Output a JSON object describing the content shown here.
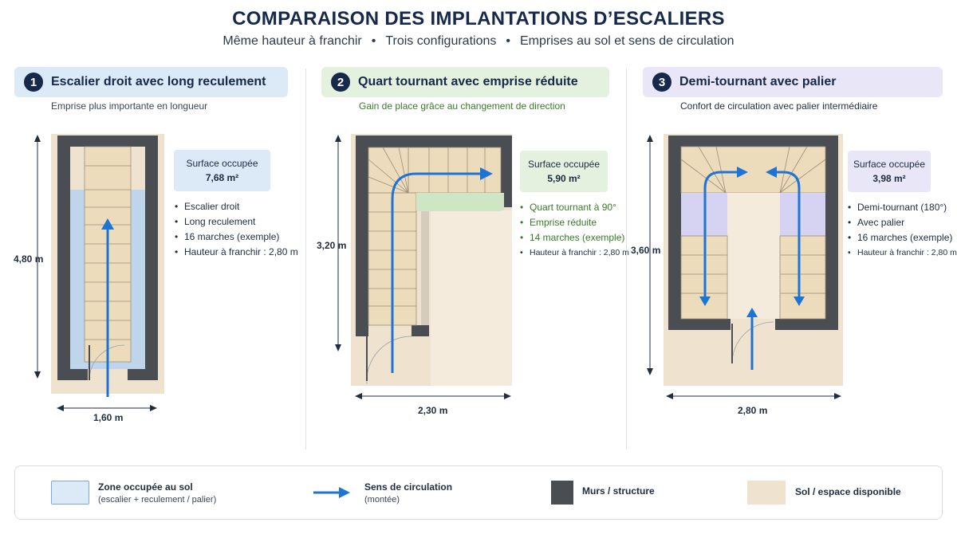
{
  "header": {
    "title": "COMPARAISON DES IMPLANTATIONS D’ESCALIERS",
    "subtitle_parts": [
      "Même hauteur à franchir",
      "Trois configurations",
      "Emprises au sol et sens de circulation"
    ],
    "separator": "•"
  },
  "panels": [
    {
      "number": "1",
      "title": "Escalier droit avec long reculement",
      "subtitle": "Emprise plus importante en longueur",
      "surface_label": "Surface occupée",
      "surface_value": "7,68 m²",
      "bullets": [
        "Escalier droit",
        "Long reculement",
        "16 marches (exemple)",
        "Hauteur à franchir : 2,80 m"
      ],
      "dim_height": "4,80 m",
      "dim_width": "1,60 m",
      "accent": "#dce9f7"
    },
    {
      "number": "2",
      "title": "Quart tournant avec emprise réduite",
      "subtitle": "Gain de place grâce au changement de direction",
      "surface_label": "Surface occupée",
      "surface_value": "5,90 m²",
      "bullets": [
        "Quart tournant à 90°",
        "Emprise réduite",
        "14 marches (exemple)",
        "Hauteur à franchir : 2,80 m"
      ],
      "dim_height": "3,20 m",
      "dim_width": "2,30 m",
      "accent": "#e4f1de"
    },
    {
      "number": "3",
      "title": "Demi-tournant avec palier",
      "subtitle": "Confort de circulation avec palier intermédiaire",
      "surface_label": "Surface occupée",
      "surface_value": "3,98 m²",
      "bullets": [
        "Demi-tournant (180°)",
        "Avec palier",
        "16 marches (exemple)",
        "Hauteur à franchir : 2,80 m"
      ],
      "dim_height": "3,60 m",
      "dim_width": "2,80 m",
      "accent": "#e9e7f7"
    }
  ],
  "legend": {
    "zone_title": "Zone occupée au sol",
    "zone_sub": "(escalier + reculement / palier)",
    "flow_title": "Sens de circulation",
    "flow_sub": "(montée)",
    "walls_title": "Murs / structure",
    "floor_title": "Sol / espace disponible"
  },
  "colors": {
    "wall": "#4a4d52",
    "floor": "#efe3d0",
    "tread": "#ecdcbc",
    "zone_blue": "#b9d3ee",
    "zone_green": "#cfe6c4",
    "zone_purple": "#d6d2f1",
    "arrow": "#1e74d4",
    "title": "#16294a"
  }
}
